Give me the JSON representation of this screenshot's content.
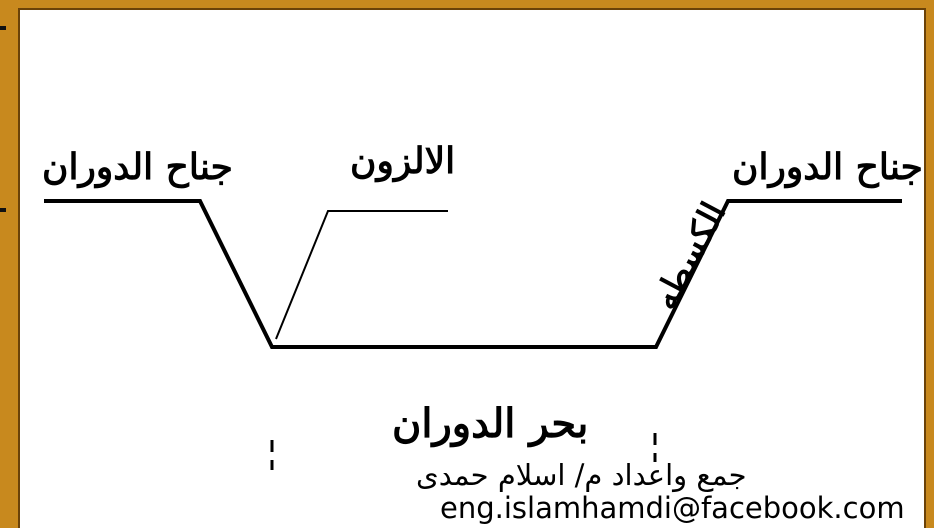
{
  "labels": {
    "wing_left": "جناح الدوران",
    "wing_right": "جناح الدوران",
    "alzon": "الالزون",
    "slope": "الكسطه",
    "sea": "بحر الدوران"
  },
  "footer": {
    "credit": "جمع واعداد             م/ اسلام حمدى",
    "email": "eng.islamhamdi@facebook.com"
  },
  "colors": {
    "frame_gold": "#c8891e",
    "frame_dark": "#6b4208",
    "line": "#000000"
  }
}
